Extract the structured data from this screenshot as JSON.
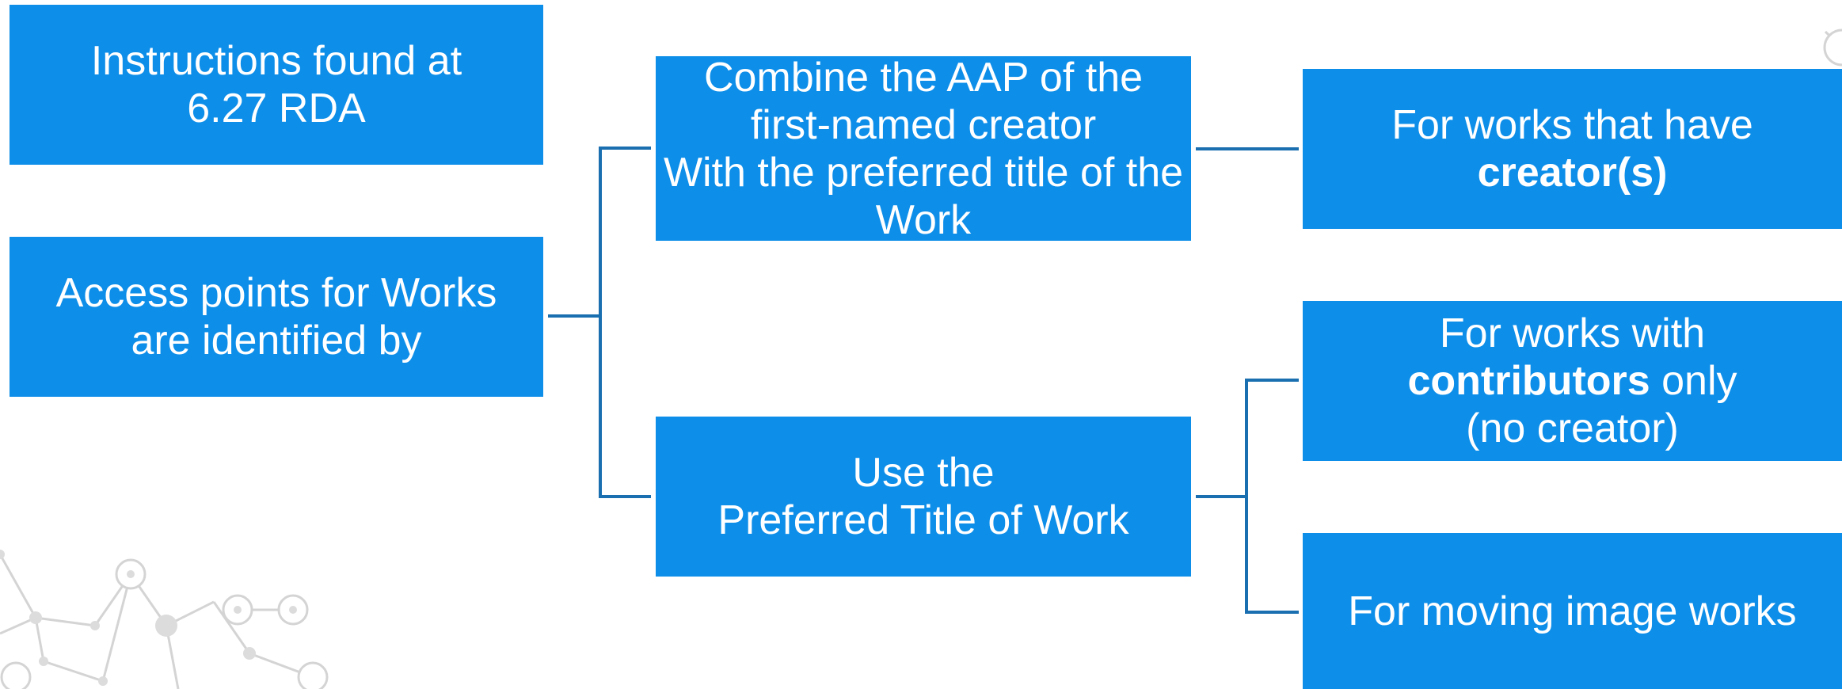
{
  "diagram": {
    "colors": {
      "box_fill": "#0d8ee9",
      "box_text": "#ffffff",
      "connector": "#1a6fb0",
      "decoration": "#d4d4d4"
    },
    "nodes": {
      "instructions": {
        "line1": "Instructions found at",
        "line2": "6.27 RDA"
      },
      "access_points": {
        "line1": "Access points for Works",
        "line2": "are identified by"
      },
      "combine": {
        "line1": "Combine the AAP of the",
        "line2": "first-named creator",
        "line3": "With the preferred title of the",
        "line4": "Work"
      },
      "use_title": {
        "line1": "Use the",
        "line2": "Preferred Title of Work"
      },
      "creators": {
        "line1": "For works that have",
        "line2_bold": "creator(s)"
      },
      "contributors": {
        "line1": "For works with",
        "line2_bold": "contributors",
        "line2_rest": " only",
        "line3": "(no creator)"
      },
      "moving_image": {
        "line1": "For moving image works"
      }
    },
    "edges": [
      {
        "from": "access_points",
        "to": "combine"
      },
      {
        "from": "access_points",
        "to": "use_title"
      },
      {
        "from": "combine",
        "to": "creators"
      },
      {
        "from": "use_title",
        "to": "contributors"
      },
      {
        "from": "use_title",
        "to": "moving_image"
      }
    ]
  }
}
